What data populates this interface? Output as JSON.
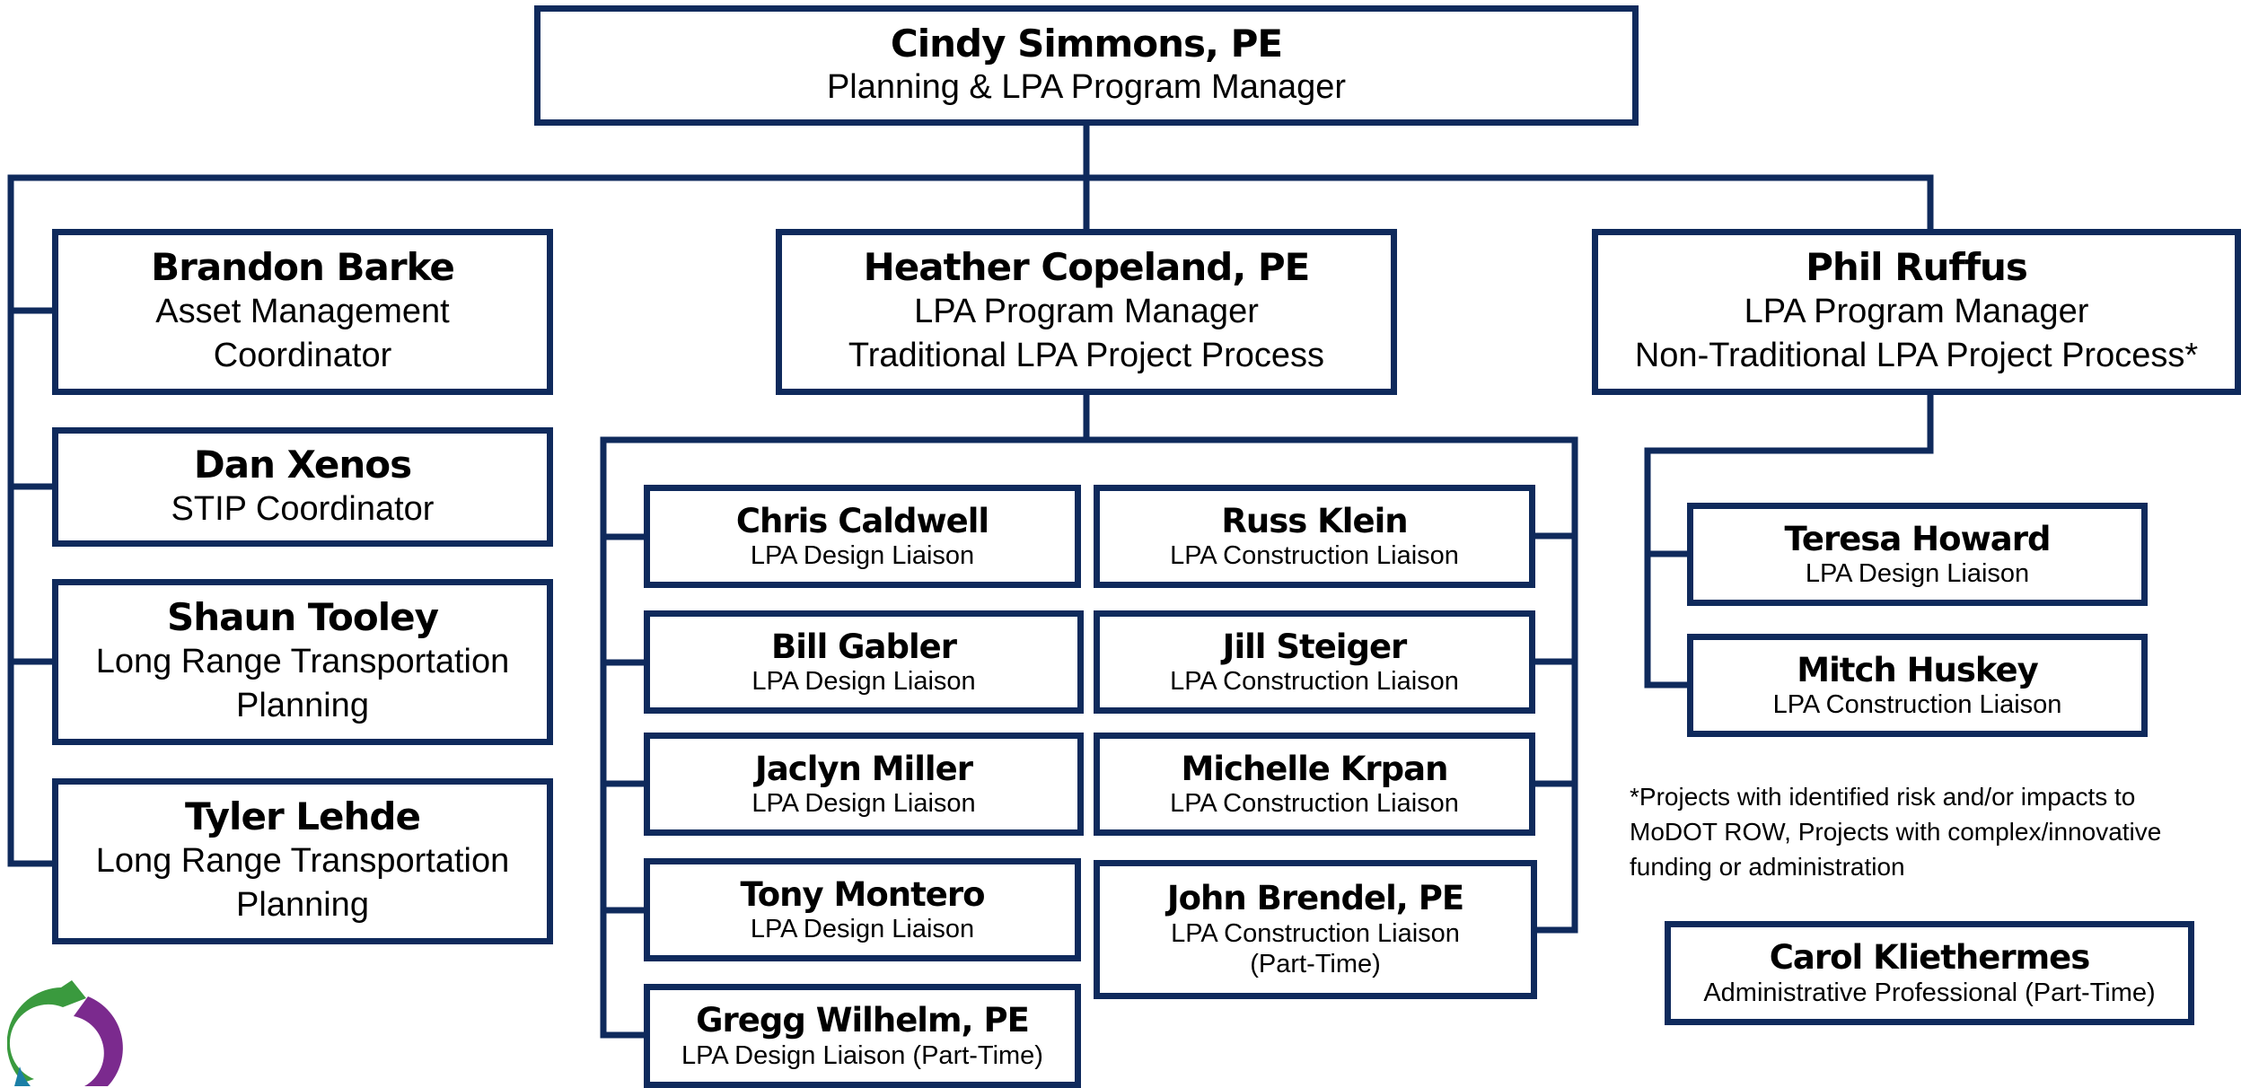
{
  "colors": {
    "border": "#0f2a5c",
    "logo_green": "#3a9a3e",
    "logo_purple": "#7b2a8e",
    "logo_blue": "#1b7fa6"
  },
  "org": {
    "top": {
      "name": "Cindy Simmons, PE",
      "title": "Planning & LPA Program Manager"
    },
    "left": [
      {
        "name": "Brandon Barke",
        "title": "Asset Management Coordinator"
      },
      {
        "name": "Dan Xenos",
        "title": "STIP Coordinator"
      },
      {
        "name": "Shaun Tooley",
        "title": "Long Range Transportation Planning"
      },
      {
        "name": "Tyler Lehde",
        "title": "Long Range Transportation Planning"
      }
    ],
    "center_manager": {
      "name": "Heather Copeland, PE",
      "title1": "LPA Program Manager",
      "title2": "Traditional LPA Project Process"
    },
    "center_left": [
      {
        "name": "Chris Caldwell",
        "title": "LPA Design Liaison"
      },
      {
        "name": "Bill Gabler",
        "title": "LPA Design Liaison"
      },
      {
        "name": "Jaclyn Miller",
        "title": "LPA Design Liaison"
      },
      {
        "name": "Tony Montero",
        "title": "LPA Design Liaison"
      },
      {
        "name": "Gregg Wilhelm, PE",
        "title": "LPA Design Liaison (Part-Time)"
      }
    ],
    "center_right": [
      {
        "name": "Russ Klein",
        "title": "LPA Construction Liaison"
      },
      {
        "name": "Jill Steiger",
        "title": "LPA Construction Liaison"
      },
      {
        "name": "Michelle Krpan",
        "title": "LPA Construction Liaison"
      },
      {
        "name": "John Brendel, PE",
        "title1": "LPA Construction Liaison",
        "title2": "(Part-Time)"
      }
    ],
    "right_manager": {
      "name": "Phil Ruffus",
      "title1": "LPA Program Manager",
      "title2": "Non-Traditional LPA Project Process*"
    },
    "right": [
      {
        "name": "Teresa Howard",
        "title": "LPA Design Liaison"
      },
      {
        "name": "Mitch Huskey",
        "title": "LPA Construction Liaison"
      }
    ],
    "admin": {
      "name": "Carol Kliethermes",
      "title": "Administrative Professional (Part-Time)"
    }
  },
  "footnote": "*Projects with identified risk and/or impacts to MoDOT ROW, Projects with complex/innovative funding or administration"
}
